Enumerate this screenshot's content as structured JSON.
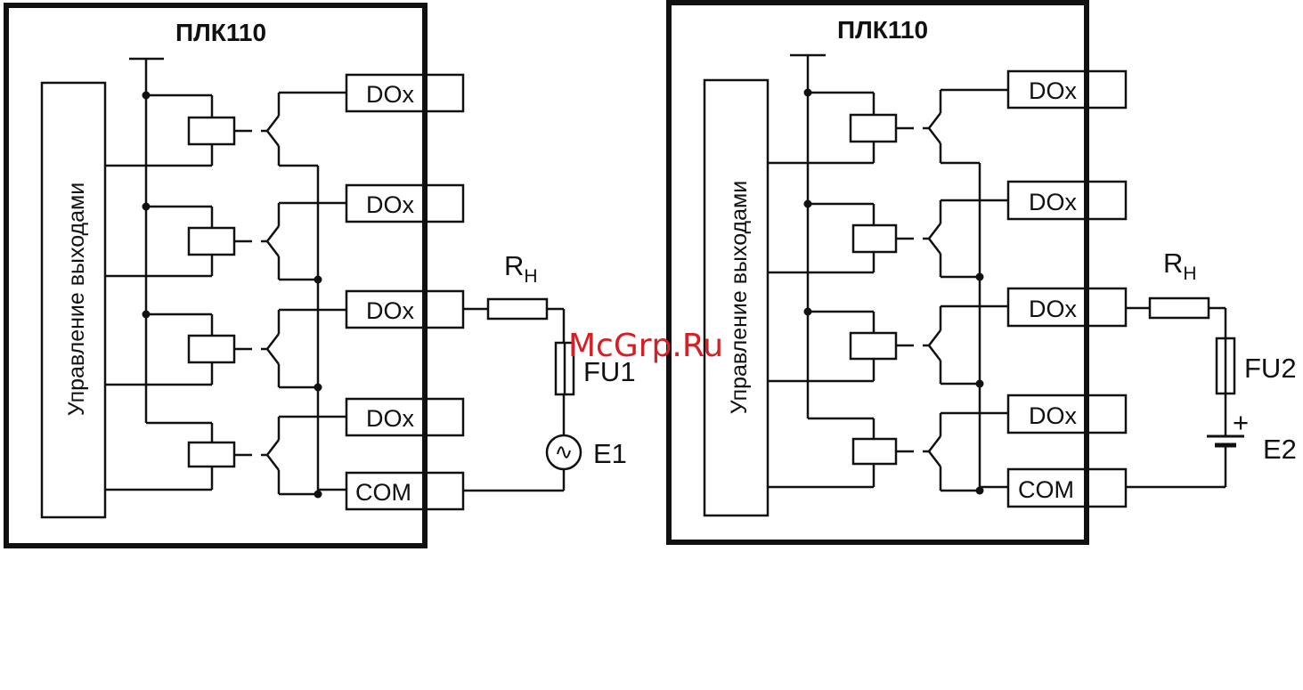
{
  "watermark": "McGrp.Ru",
  "colors": {
    "line": "#111111",
    "relay_fill": "#ffffff",
    "watermark": "#d41f26"
  },
  "left": {
    "title": "ПЛК110",
    "control_block": "Управление выходами",
    "outputs": [
      "DOx",
      "DOx",
      "DOx",
      "DOx"
    ],
    "com": "COM",
    "load": {
      "R": "R",
      "sub": "H"
    },
    "fuse": "FU1",
    "source": "E1",
    "source_type": "AC (sine source symbol)"
  },
  "right": {
    "title": "ПЛК110",
    "control_block": "Управление выходами",
    "outputs": [
      "DOx",
      "DOx",
      "DOx",
      "DOx"
    ],
    "com": "COM",
    "load": {
      "R": "R",
      "sub": "H"
    },
    "fuse": "FU2",
    "source": "E2",
    "plus": "+",
    "source_type": "DC (battery symbol)"
  }
}
